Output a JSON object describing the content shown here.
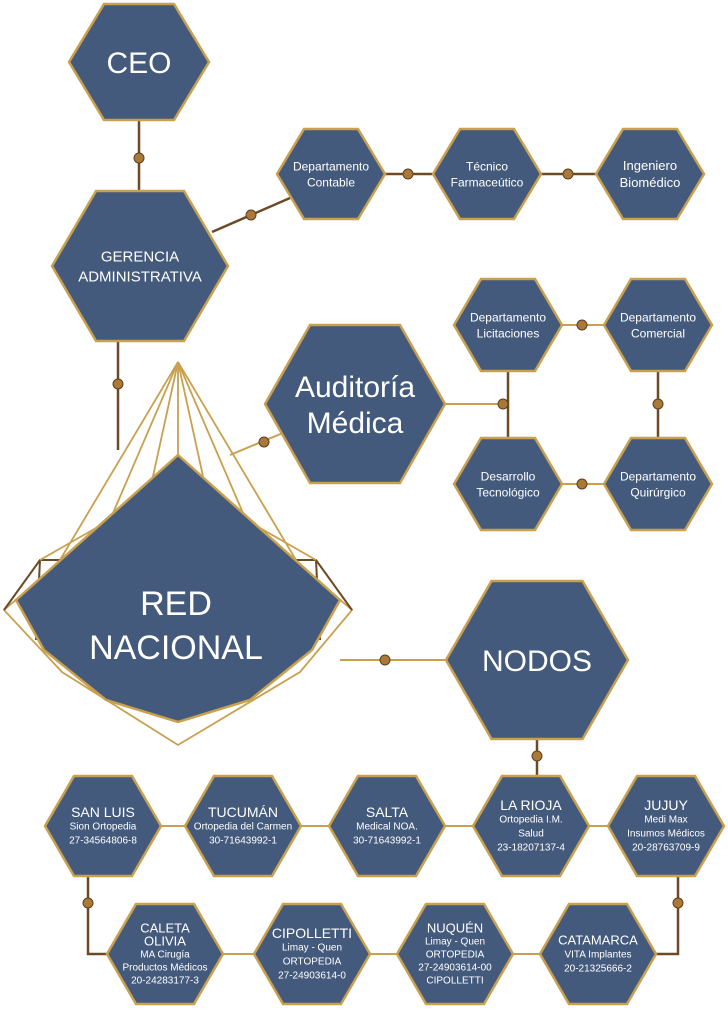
{
  "nodes": {
    "ceo": {
      "lines": [
        "CEO"
      ]
    },
    "gerencia": {
      "lines": [
        "GERENCIA",
        "ADMINISTRATIVA"
      ]
    },
    "contable": {
      "lines": [
        "Departamento",
        "Contable"
      ]
    },
    "tecnico": {
      "lines": [
        "Técnico",
        "Farmaceútico"
      ]
    },
    "ingeniero": {
      "lines": [
        "Ingeniero",
        "Biomédico"
      ]
    },
    "auditoria": {
      "lines": [
        "Auditoría",
        "Médica"
      ]
    },
    "licitaciones": {
      "lines": [
        "Departamento",
        "Licitaciones"
      ]
    },
    "comercial": {
      "lines": [
        "Departamento",
        "Comercial"
      ]
    },
    "desarrollo": {
      "lines": [
        "Desarrollo",
        "Tecnológico"
      ]
    },
    "quirurgico": {
      "lines": [
        "Departamento",
        "Quirúrgico"
      ]
    },
    "red": {
      "lines": [
        "RED",
        "NACIONAL"
      ]
    },
    "nodos": {
      "lines": [
        "NODOS"
      ]
    },
    "sanluis": {
      "lines": [
        "SAN LUIS",
        "Sion Ortopedia",
        "27-34564806-8"
      ]
    },
    "tucuman": {
      "lines": [
        "TUCUMÁN",
        "Ortopedia del Carmen",
        "30-71643992-1"
      ]
    },
    "salta": {
      "lines": [
        "SALTA",
        "Medical NOA.",
        "30-71643992-1"
      ]
    },
    "larioja": {
      "lines": [
        "LA RIOJA",
        "Ortopedia I.M.",
        "Salud",
        "23-18207137-4"
      ]
    },
    "jujuy": {
      "lines": [
        "JUJUY",
        "Medi Max",
        "Insumos Médicos",
        "20-28763709-9"
      ]
    },
    "caleta": {
      "lines": [
        "CALETA",
        "OLIVIA",
        "MA Cirugía",
        "Productos Médicos",
        "20-24283177-3"
      ]
    },
    "cipolletti": {
      "lines": [
        "CIPOLLETTI",
        "Limay - Quen",
        "ORTOPEDIA",
        "27-24903614-0"
      ]
    },
    "nuquen": {
      "lines": [
        "NUQUÉN",
        "Limay - Quen",
        "ORTOPEDIA",
        "27-24903614-00",
        "CIPOLLETTI"
      ]
    },
    "catamarca": {
      "lines": [
        "CATAMARCA",
        "VITA Implantes",
        "20-21325666-2"
      ]
    }
  },
  "colors": {
    "hex_fill": "#435a7d",
    "gold": "#c9a04e",
    "bronze": "#6b4a25",
    "knob": "#a9793a",
    "text": "#ffffff"
  }
}
